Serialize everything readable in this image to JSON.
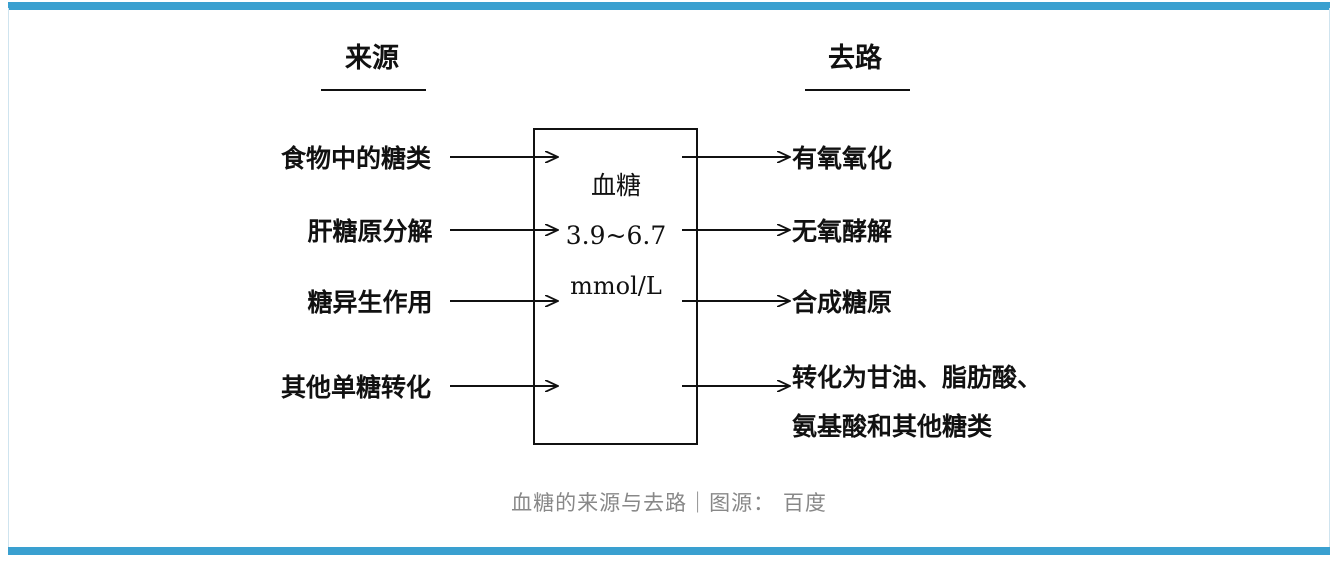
{
  "theme": {
    "accent": "#3aa0d0",
    "ink": "#111111",
    "caption_color": "#888888"
  },
  "headings": {
    "sources": "来源",
    "destinations": "去路"
  },
  "sources": [
    "食物中的糖类",
    "肝糖原分解",
    "糖异生作用",
    "其他单糖转化"
  ],
  "center": {
    "title": "血糖",
    "range": "3.9~6.7",
    "unit": "mmol/L"
  },
  "destinations": [
    "有氧氧化",
    "无氧酵解",
    "合成糖原",
    "转化为甘油、脂肪酸、",
    "氨基酸和其他糖类"
  ],
  "caption": "血糖的来源与去路｜图源： 百度"
}
